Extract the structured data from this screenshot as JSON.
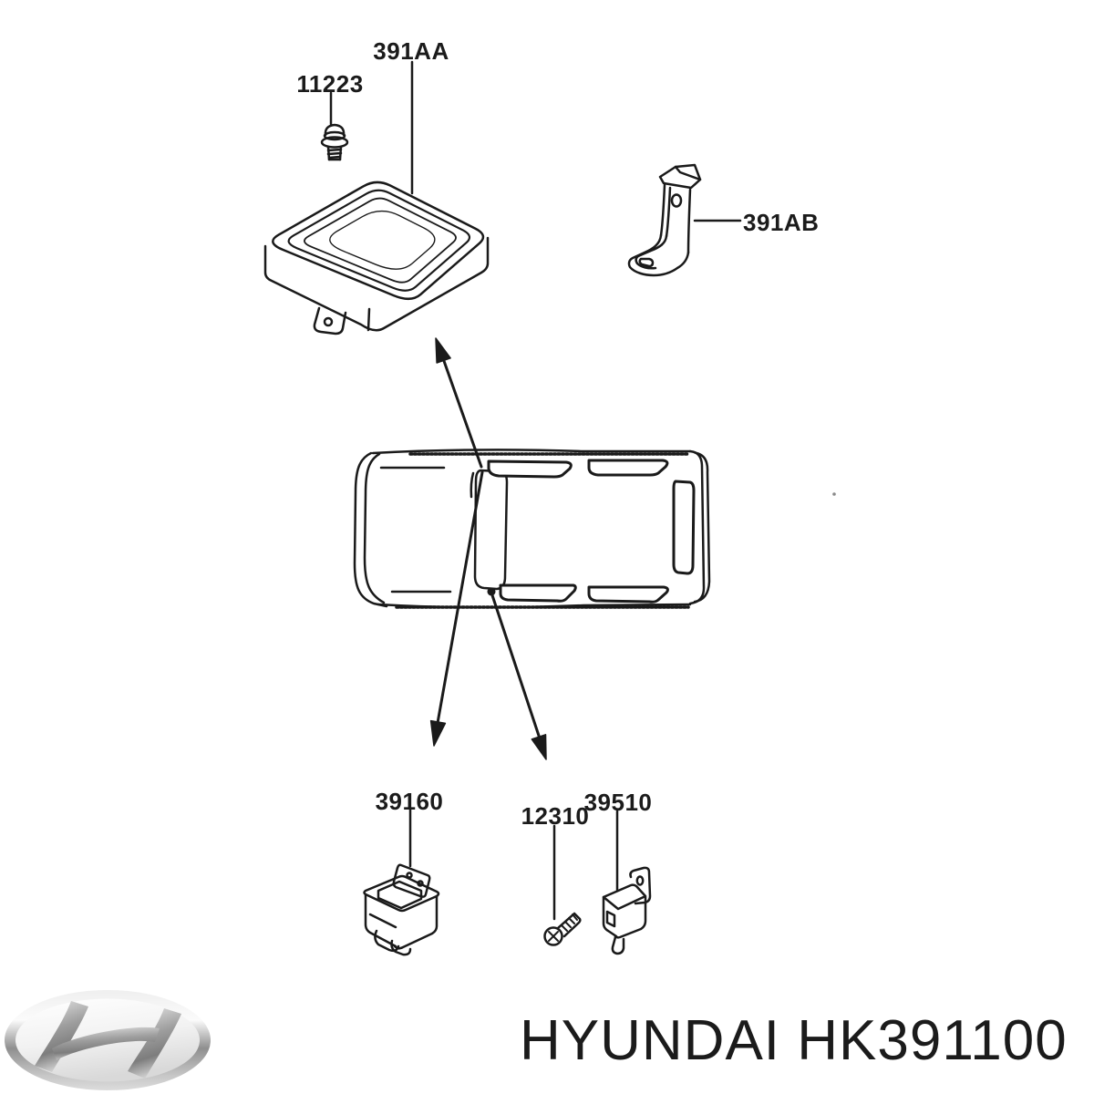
{
  "diagram_labels": {
    "bolt": "11223",
    "ecu": "391AA",
    "bracket": "391AB",
    "main_relay": "39160",
    "screw": "12310",
    "sub_relay": "39510"
  },
  "footer": {
    "brand": "HYUNDAI HK391100"
  },
  "icons": {
    "logo": "hyundai-logo"
  },
  "colors": {
    "line": "#1a1a1a",
    "text": "#1b1b1b",
    "background": "#ffffff",
    "logo_silver": "#b9b9b9"
  }
}
